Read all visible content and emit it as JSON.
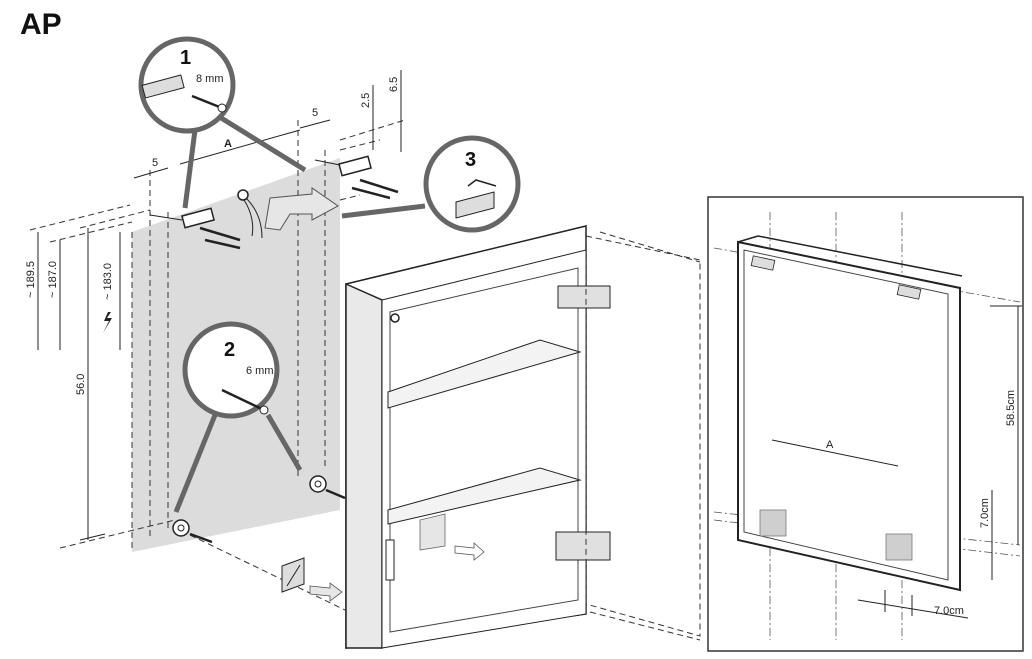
{
  "title": "AP",
  "callouts": [
    {
      "number": "1",
      "label": "8 mm"
    },
    {
      "number": "2",
      "label": "6 mm"
    },
    {
      "number": "3",
      "label": ""
    }
  ],
  "main_dimensions": {
    "top_5_right": "5",
    "top_5_left": "5",
    "a_label": "A",
    "d_2_5": "2.5",
    "d_6_5": "6.5",
    "d_189_5": "~ 189.5",
    "d_187_0": "~ 187.0",
    "d_183_0": "~ 183.0",
    "d_56_0": "56.0"
  },
  "detail_dimensions": {
    "a_label": "A",
    "d_58_5": "58.5cm",
    "d_7_0_vertical": "7.0cm",
    "d_7_0_horizontal": "7.0cm"
  },
  "icons": [
    "lightning-icon"
  ]
}
